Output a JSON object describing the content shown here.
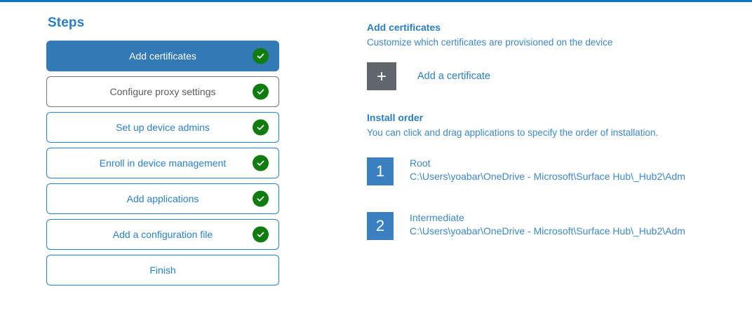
{
  "theme": {
    "accent_blue": "#2b7ec1",
    "active_step_bg": "#3279b6",
    "check_green": "#107c10",
    "plus_tile_gray": "#60666c",
    "order_badge_blue": "#3a7fbf",
    "top_rule_blue": "#0078c8"
  },
  "steps": {
    "title": "Steps",
    "items": [
      {
        "label": "Add certificates",
        "state": "active",
        "complete": true,
        "check_icon": "check-circle-icon"
      },
      {
        "label": "Configure proxy settings",
        "state": "muted",
        "complete": true,
        "check_icon": "check-circle-icon"
      },
      {
        "label": "Set up device admins",
        "state": "normal",
        "complete": true,
        "check_icon": "check-circle-icon"
      },
      {
        "label": "Enroll in device management",
        "state": "normal",
        "complete": true,
        "check_icon": "check-circle-icon"
      },
      {
        "label": "Add applications",
        "state": "normal",
        "complete": true,
        "check_icon": "check-circle-icon"
      },
      {
        "label": "Add a configuration file",
        "state": "normal",
        "complete": true,
        "check_icon": "check-circle-icon"
      },
      {
        "label": "Finish",
        "state": "normal",
        "complete": false,
        "check_icon": ""
      }
    ]
  },
  "detail": {
    "heading": "Add certificates",
    "subheading": "Customize which certificates are provisioned on the device",
    "add_certificate": {
      "icon": "plus-icon",
      "glyph": "+",
      "label": "Add a certificate"
    },
    "install_order": {
      "heading": "Install order",
      "subheading": "You can click and drag applications to specify the order of installation.",
      "items": [
        {
          "number": "1",
          "name": "Root",
          "path": "C:\\Users\\yoabar\\OneDrive - Microsoft\\Surface Hub\\_Hub2\\Adm"
        },
        {
          "number": "2",
          "name": "Intermediate",
          "path": "C:\\Users\\yoabar\\OneDrive - Microsoft\\Surface Hub\\_Hub2\\Adm"
        }
      ]
    }
  }
}
